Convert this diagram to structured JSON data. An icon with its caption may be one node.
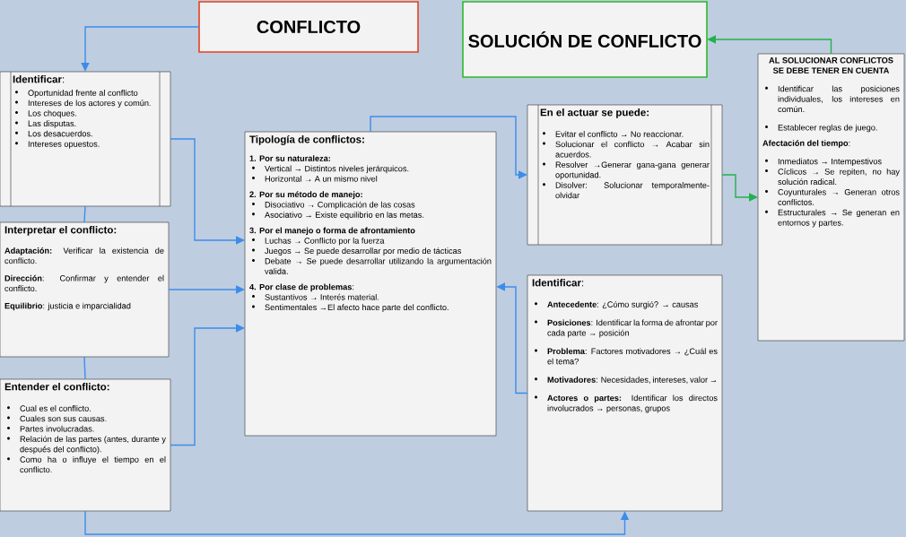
{
  "diagram": {
    "nodes": [
      {
        "text": [
          "CONFLICTO"
        ]
      },
      {
        "text": [
          "SOLUCIÓN DE CONFLICTO"
        ]
      },
      {
        "text": [
          "**Identificar**:",
          "Oportunidad frente al conflicto",
          "Intereses de los actores y común.",
          "Los choques.",
          "Las disputas.",
          "Los desacuerdos.",
          "Intereses opuestos."
        ]
      },
      {
        "text": [
          "Interpretar el conflicto:",
          "**Adaptación:** Verificar la existencia de conflicto.",
          "**Dirección**: Confirmar y entender el conflicto.",
          "**Equilibrio**: justicia e imparcialidad"
        ]
      },
      {
        "text": [
          "Entender el conflicto:",
          "Cual es el conflicto.",
          "Cuales son sus causas.",
          "Partes involucradas.",
          "Relación de las partes (antes, durante y después del conflicto).",
          "Como ha o influye el tiempo en el conflicto."
        ]
      },
      {
        "text": [
          "Tipología de conflictos:",
          "1. Por su naturaleza:",
          "Vertical → Distintos niveles jerárquicos.",
          "Horizontal → A un mismo nivel",
          "2. Por su método de manejo:",
          "Disociativo → Complicación de las cosas",
          "Asociativo → Existe equilibrio en las metas.",
          "3. Por el manejo o forma de afrontamiento",
          "Luchas → Conflicto por la fuerza",
          "Juegos → Se puede desarrollar por medio de tácticas",
          "Debate → Se puede desarrollar utilizando la argumentación valida.",
          "**4. Por clase de problemas**:",
          "Sustantivos → Interés material.",
          "Sentimentales →El afecto hace parte del conflicto."
        ]
      },
      {
        "text": [
          "En el actuar se puede:",
          "Evitar el conflicto → No reaccionar.",
          "Solucionar el conflicto → Acabar sin acuerdos.",
          "Resolver →Generar gana-gana generar oportunidad.",
          "Disolver: Solucionar temporalmente-olvidar"
        ]
      },
      {
        "text": [
          "**Identificar**:",
          "**Antecedente**: ¿Cómo surgió? → causas",
          "**Posiciones**: Identificar la forma de afrontar por cada parte → posición",
          "**Problema**: Factores motivadores → ¿Cuál es el tema?",
          "**Motivadores**: Necesidades, intereses, valor →",
          "**Actores o partes:** Identificar los directos involucrados → personas, grupos"
        ]
      },
      {
        "text": [
          "AL SOLUCIONAR CONFLICTOS SE DEBE TENER EN CUENTA",
          "Identificar las posiciones individuales, los intereses en común.",
          "Establecer reglas de juego.",
          "**Afectación del tiempo**:",
          "Inmediatos → Intempestivos",
          "Cíclicos → Se repiten, no hay solución radical.",
          "Coyunturales → Generan otros conflictos.",
          "Estructurales → Se generan en entornos y partes."
        ]
      }
    ],
    "edges": [
      {
        "from": 0,
        "to": 2,
        "arrow": "to"
      },
      {
        "from": 2,
        "to": 3,
        "arrow": "none"
      },
      {
        "from": 3,
        "to": 4,
        "arrow": "none"
      },
      {
        "from": 2,
        "to": 5,
        "arrow": "to"
      },
      {
        "from": 3,
        "to": 5,
        "arrow": "to"
      },
      {
        "from": 4,
        "to": 5,
        "arrow": "to"
      },
      {
        "from": 5,
        "to": 6,
        "arrow": "to"
      },
      {
        "from": 7,
        "to": 5,
        "arrow": "to"
      },
      {
        "from": 4,
        "to": 7,
        "arrow": "to"
      },
      {
        "from": 6,
        "to": 8,
        "arrow": "to",
        "color": "#22b14c"
      },
      {
        "from": 8,
        "to": 1,
        "arrow": "to",
        "color": "#22b14c"
      }
    ]
  }
}
